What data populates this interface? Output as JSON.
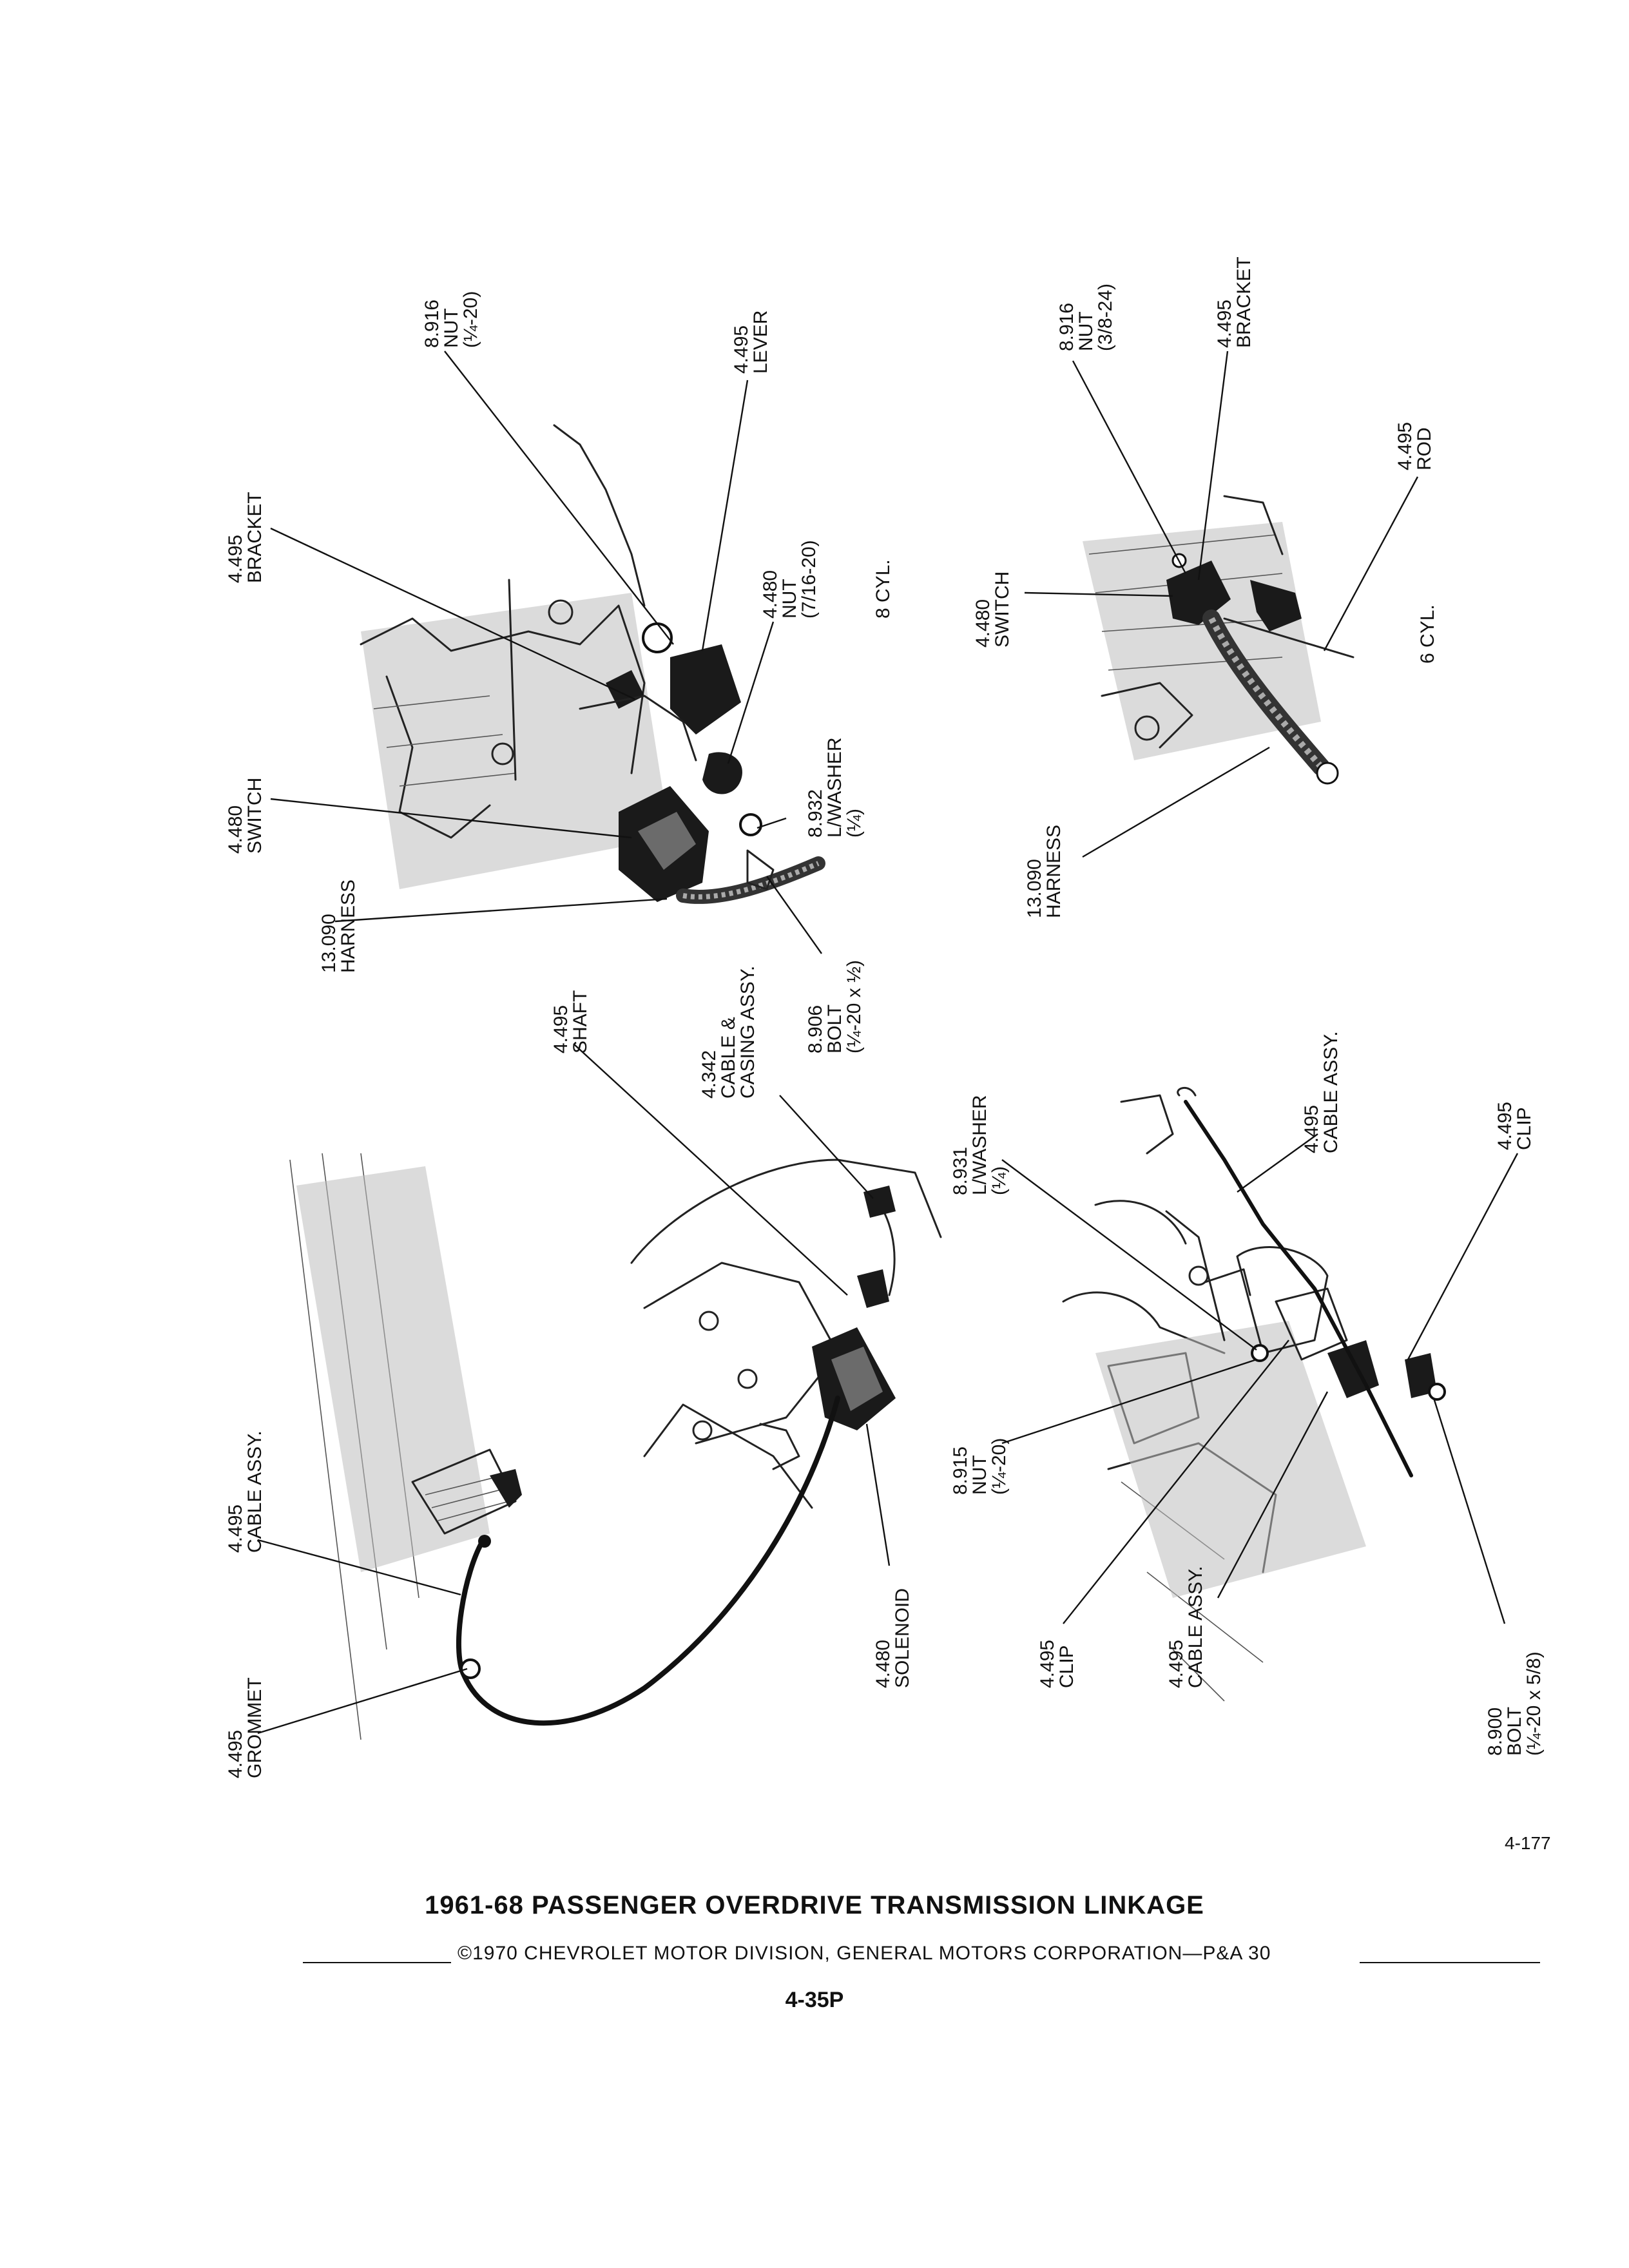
{
  "diagram": {
    "labels": {
      "top_left": {
        "nut_8916": [
          "8.916",
          "NUT",
          "(¼-20)"
        ],
        "lever": [
          "4.495",
          "LEVER"
        ],
        "bracket": [
          "4.495",
          "BRACKET"
        ],
        "nut_4480": [
          "4.480",
          "NUT",
          "(7/16-20)"
        ],
        "cyl": [
          "8 CYL."
        ],
        "washer": [
          "8.932",
          "L/WASHER",
          "(¼)"
        ],
        "switch": [
          "4.480",
          "SWITCH"
        ],
        "harness": [
          "13.090",
          "HARNESS"
        ],
        "bolt": [
          "8.906",
          "BOLT",
          "(¼-20 x ½)"
        ]
      },
      "top_right": {
        "nut": [
          "8.916",
          "NUT",
          "(3/8-24)"
        ],
        "bracket": [
          "4.495",
          "BRACKET"
        ],
        "rod": [
          "4.495",
          "ROD"
        ],
        "switch": [
          "4.480",
          "SWITCH"
        ],
        "cyl": [
          "6 CYL."
        ],
        "harness": [
          "13.090",
          "HARNESS"
        ]
      },
      "bottom_left": {
        "shaft": [
          "4.495",
          "SHAFT"
        ],
        "cable_casing": [
          "4.342",
          "CABLE &",
          "CASING ASSY."
        ],
        "cable_assy": [
          "4.495",
          "CABLE ASSY."
        ],
        "grommet": [
          "4.495",
          "GROMMET"
        ],
        "solenoid": [
          "4.480",
          "SOLENOID"
        ]
      },
      "bottom_right": {
        "washer": [
          "8.931",
          "L/WASHER",
          "(¼)"
        ],
        "cable_assy_top": [
          "4.495",
          "CABLE ASSY."
        ],
        "clip_top": [
          "4.495",
          "CLIP"
        ],
        "nut": [
          "8.915",
          "NUT",
          "(¼-20)"
        ],
        "clip_bottom": [
          "4.495",
          "CLIP"
        ],
        "cable_assy_bottom": [
          "4.495",
          "CABLE ASSY."
        ],
        "bolt": [
          "8.900",
          "BOLT",
          "(¼-20 x 5/8)"
        ]
      }
    }
  },
  "footer": {
    "page_ref": "4-177",
    "title": "1961-68 PASSENGER OVERDRIVE TRANSMISSION LINKAGE",
    "copyright": "©1970 CHEVROLET MOTOR DIVISION, GENERAL MOTORS CORPORATION—P&A 30",
    "plate": "4-35P"
  }
}
